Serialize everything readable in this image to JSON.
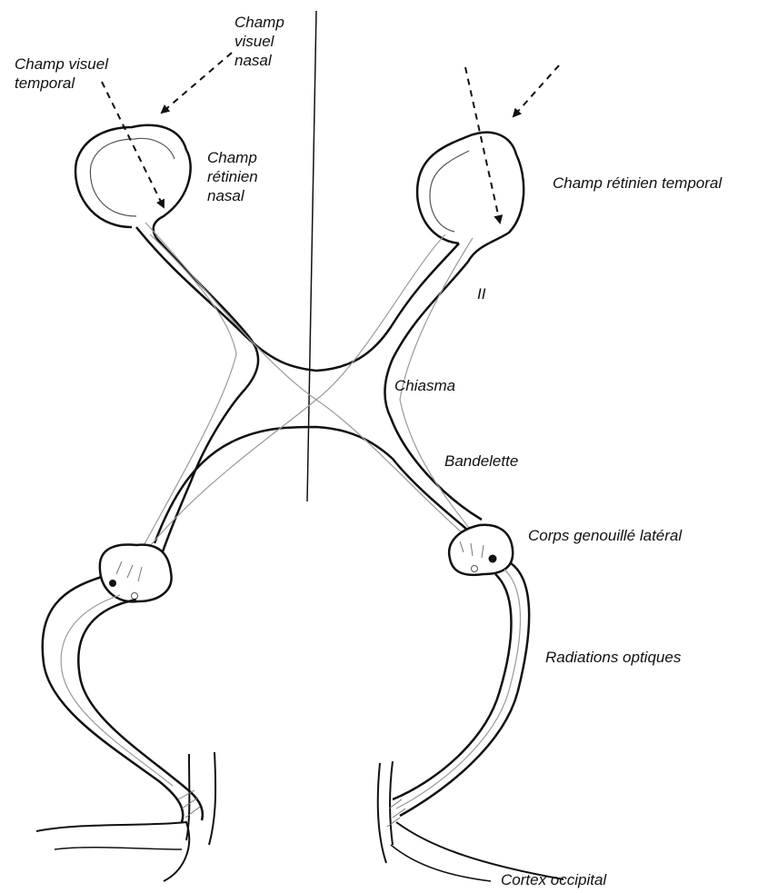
{
  "labels": {
    "champ_visuel_temporal": "Champ visuel\ntemporal",
    "champ_visuel_nasal": "Champ\nvisuel\nnasal",
    "champ_retinien_nasal": "Champ\nrétinien\nnasal",
    "champ_retinien_temporal": "Champ rétinien temporal",
    "nerf_optique": "II",
    "chiasma": "Chiasma",
    "bandelette": "Bandelette",
    "corps_genouille_lateral": "Corps genouillé latéral",
    "radiations_optiques": "Radiations optiques",
    "cortex_occipital": "Cortex occipital"
  },
  "colors": {
    "ink": "#111111",
    "fiber": "#9a9a9a"
  }
}
